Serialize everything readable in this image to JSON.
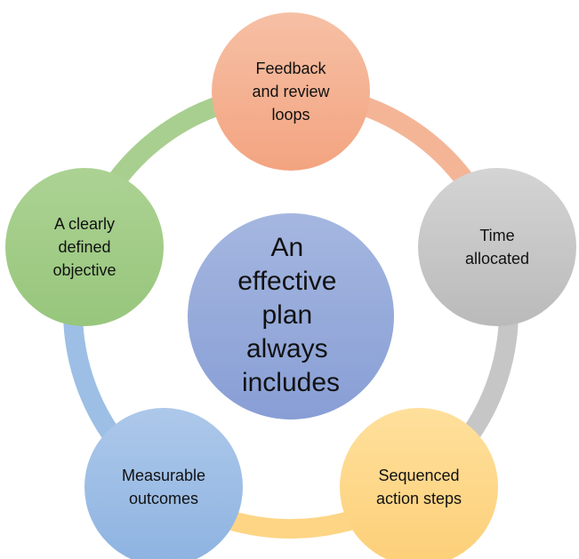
{
  "center": {
    "lines": [
      "An",
      "effective",
      "plan",
      "always",
      "includes"
    ],
    "color_top": "#a5b7e0",
    "color_bottom": "#889ed5"
  },
  "nodes": [
    {
      "id": "feedback",
      "lines": [
        "Feedback",
        "and review",
        "loops"
      ],
      "color_top": "#f6c0a5",
      "color_bottom": "#f3a480",
      "ring_color": "#f4b597"
    },
    {
      "id": "time",
      "lines": [
        "Time",
        "allocated"
      ],
      "color_top": "#d4d4d4",
      "color_bottom": "#bababa",
      "ring_color": "#c6c6c6"
    },
    {
      "id": "sequenced",
      "lines": [
        "Sequenced",
        "action steps"
      ],
      "color_top": "#fee09c",
      "color_bottom": "#fdcf78",
      "ring_color": "#fdd585"
    },
    {
      "id": "measurable",
      "lines": [
        "Measurable",
        "outcomes"
      ],
      "color_top": "#adc8ea",
      "color_bottom": "#8db3e1",
      "ring_color": "#9dbfe5"
    },
    {
      "id": "objective",
      "lines": [
        "A clearly",
        "defined",
        "objective"
      ],
      "color_top": "#acd293",
      "color_bottom": "#97c67c",
      "ring_color": "#a8cf8f"
    }
  ]
}
